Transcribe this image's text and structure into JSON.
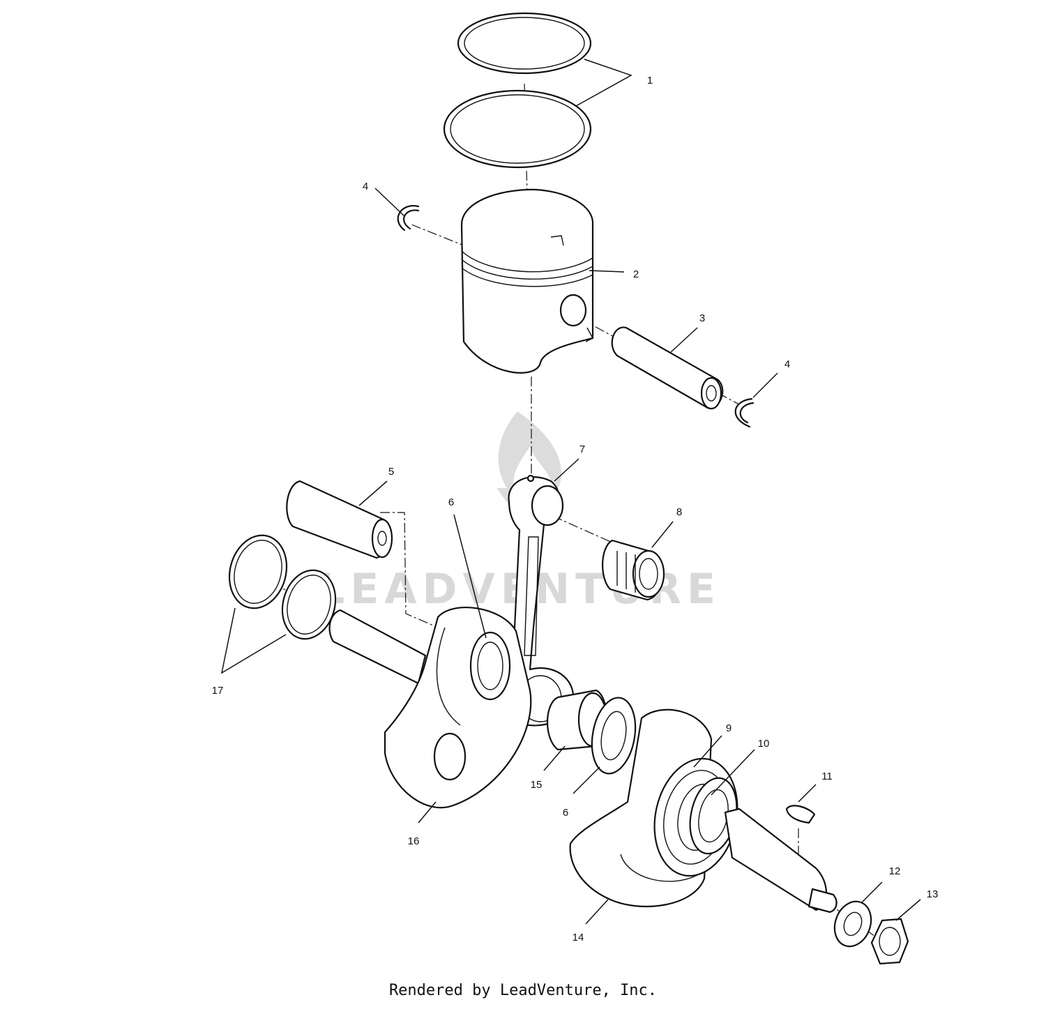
{
  "watermark": {
    "text": "LEADVENTURE"
  },
  "footer": {
    "text": "Rendered by LeadVenture, Inc."
  },
  "callouts": {
    "c1": "1",
    "c2": "2",
    "c3": "3",
    "c4a": "4",
    "c4b": "4",
    "c5": "5",
    "c6a": "6",
    "c6b": "6",
    "c7": "7",
    "c8": "8",
    "c9": "9",
    "c10": "10",
    "c11": "11",
    "c12": "12",
    "c13": "13",
    "c14": "14",
    "c15": "15",
    "c16": "16",
    "c17": "17"
  },
  "colors": {
    "line": "#111111",
    "watermark": "#d8d8d8",
    "background": "#ffffff"
  }
}
